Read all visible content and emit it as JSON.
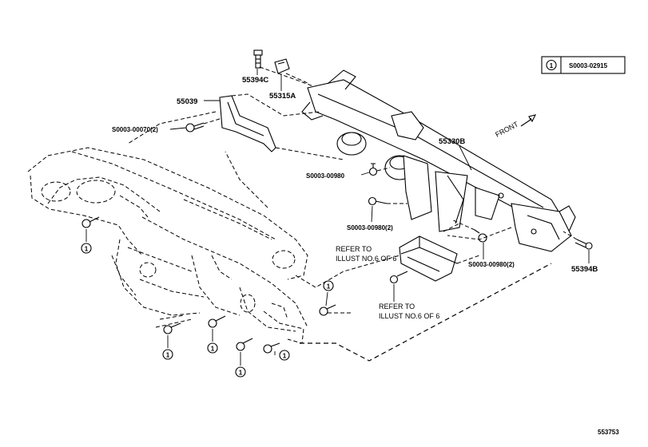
{
  "legend": {
    "number": "1",
    "code": "S0003-02915"
  },
  "front_label": "FRONT",
  "parts": {
    "p55394C": "55394C",
    "p55315A": "55315A",
    "p55039": "55039",
    "p00070": "S0003-00070(2)",
    "p55330B": "55330B",
    "p00980a": "S0003-00980",
    "p00980b": "S0003-00980(2)",
    "p00980c": "S0003-00980(2)",
    "p55394B": "55394B"
  },
  "refs": {
    "ref1_line1": "REFER TO",
    "ref1_line2": "ILLUST NO.6 OF 6",
    "ref2_line1": "REFER TO",
    "ref2_line2": "ILLUST NO.6 OF 6"
  },
  "callout": "1",
  "diagram_number": "553753"
}
